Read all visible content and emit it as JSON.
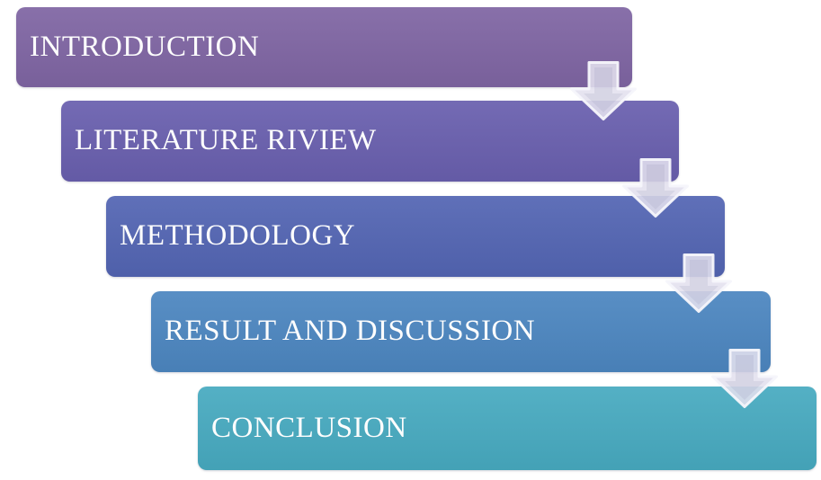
{
  "diagram": {
    "type": "step-down-process",
    "background": "#FFFFFF",
    "text_color": "#FDFDFD",
    "steps": [
      {
        "label": "INTRODUCTION",
        "color": "#7F65A3"
      },
      {
        "label": "LITERATURE RIVIEW",
        "color": "#695FAE"
      },
      {
        "label": "METHODOLOGY",
        "color": "#5365B3"
      },
      {
        "label": "RESULT AND DISCUSSION",
        "color": "#4C86C0"
      },
      {
        "label": "CONCLUSION",
        "color": "#47AAC0"
      }
    ],
    "arrow": {
      "fill": "rgba(226,224,238,0.88)",
      "stroke": "rgba(246,245,251,0.95)",
      "inner": "rgba(150,148,185,0.18)"
    }
  }
}
